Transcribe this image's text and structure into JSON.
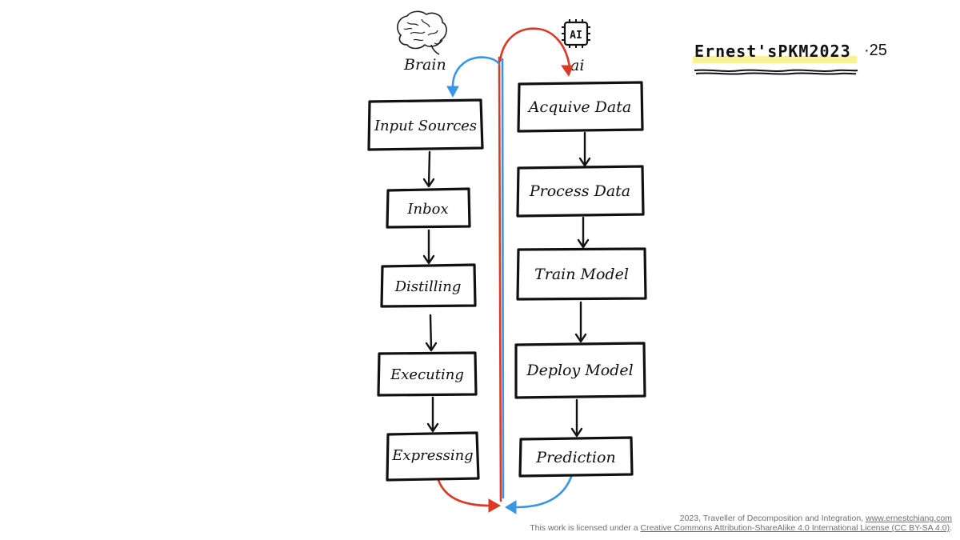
{
  "title_badge": {
    "text": "Ernest'sPKM2023",
    "number": "·25"
  },
  "columns": {
    "brain": {
      "label": "Brain",
      "icon": "brain-icon",
      "steps": [
        "Input Sources",
        "Inbox",
        "Distilling",
        "Executing",
        "Expressing"
      ]
    },
    "ai": {
      "label": "ai",
      "icon_text": "AI",
      "icon": "chip-icon",
      "steps": [
        "Acquive Data",
        "Process Data",
        "Train Model",
        "Deploy Model",
        "Prediction"
      ]
    }
  },
  "colors": {
    "red_flow": "#d93a26",
    "blue_flow": "#3b95e6",
    "ink": "#111111",
    "highlight": "#f7ef8a"
  },
  "footer": {
    "line1_prefix": "2023, Traveller of Decomposition and Integration, ",
    "line1_link": "www.ernestchiang.com",
    "line2_prefix": "This work is licensed under a ",
    "line2_link": "Creative Commons Attribution-ShareAlike 4.0 International License (CC BY-SA 4.0)",
    "line2_suffix": "."
  }
}
